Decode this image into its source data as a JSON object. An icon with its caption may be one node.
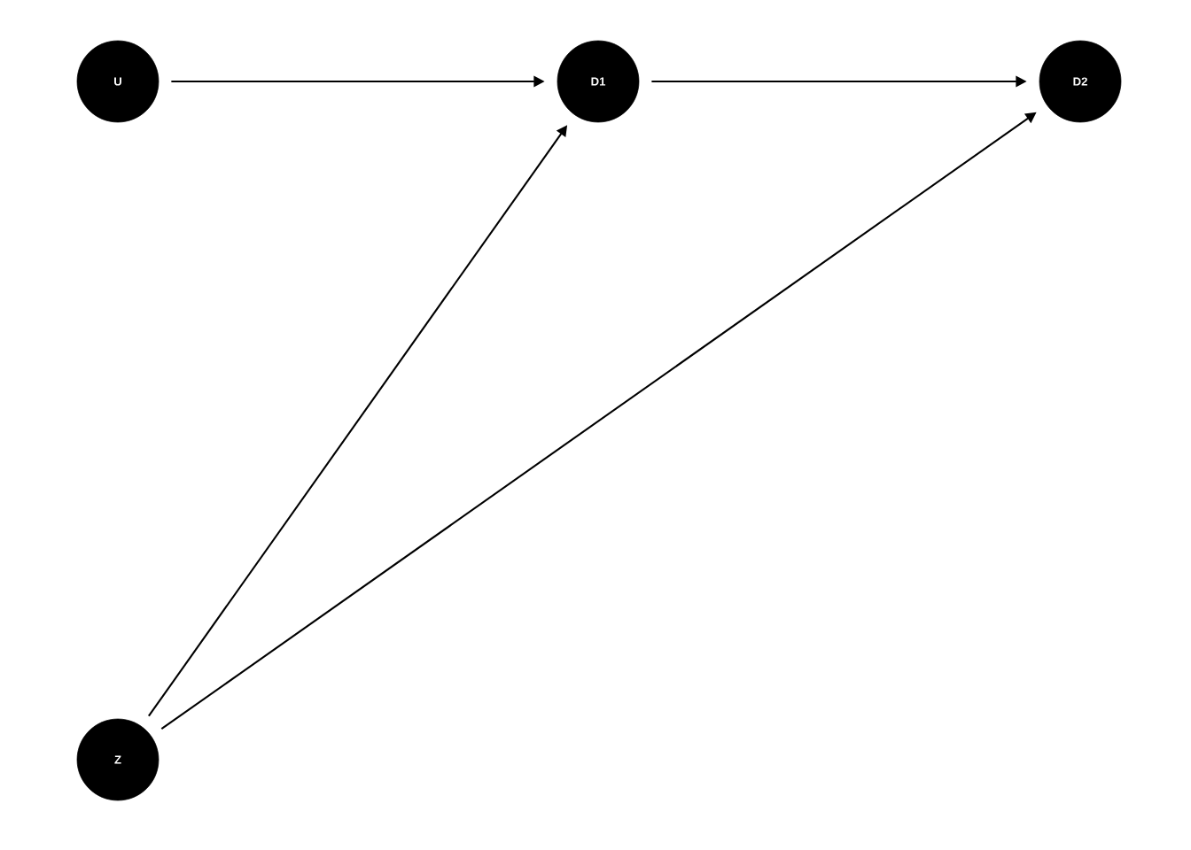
{
  "diagram": {
    "nodes": [
      {
        "text": [
          "U"
        ]
      },
      {
        "text": [
          "D1"
        ]
      },
      {
        "text": [
          "D2"
        ]
      },
      {
        "text": [
          "Z"
        ]
      }
    ],
    "edges": [
      {
        "from": 0,
        "to": 1,
        "arrow": "to"
      },
      {
        "from": 1,
        "to": 2,
        "arrow": "to"
      },
      {
        "from": 3,
        "to": 1,
        "arrow": "to"
      },
      {
        "from": 3,
        "to": 2,
        "arrow": "to"
      }
    ]
  }
}
